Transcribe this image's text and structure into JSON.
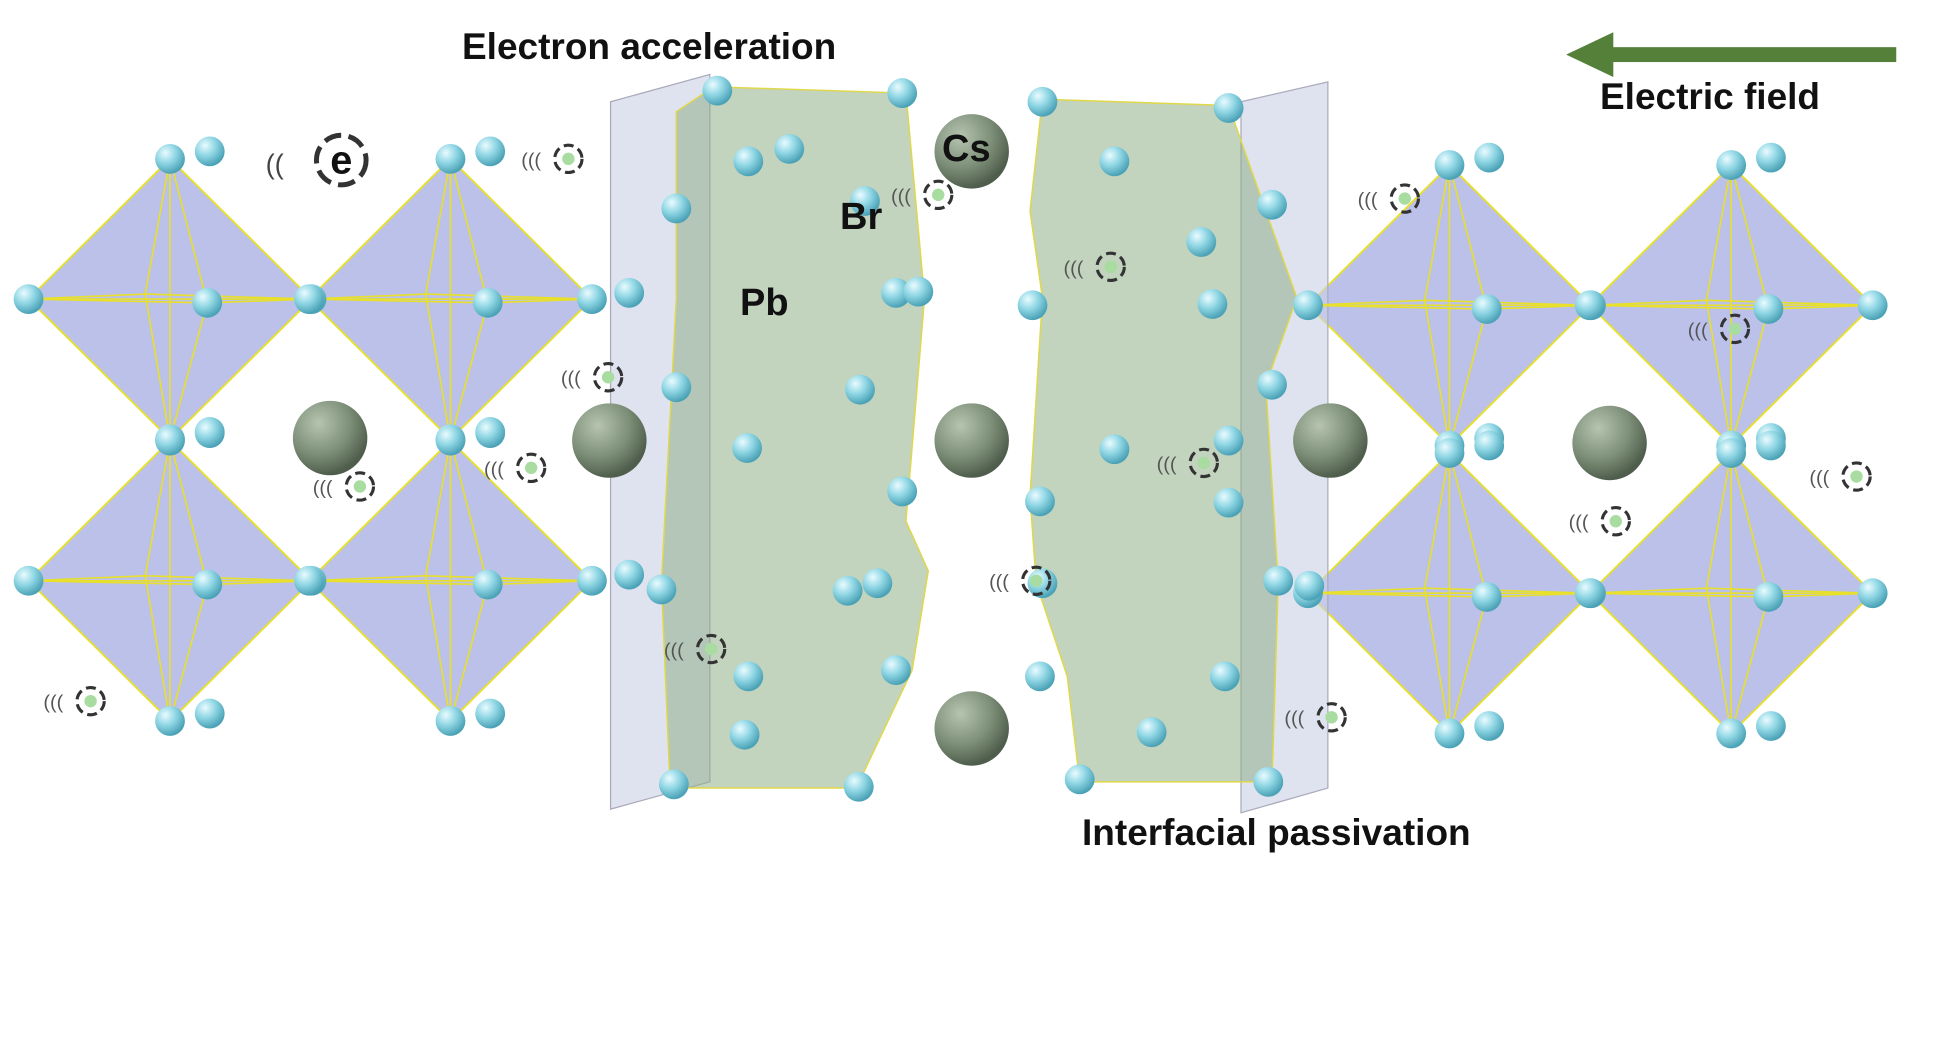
{
  "title_top": "Electron acceleration",
  "title_bottom": "Interfacial passivation",
  "field_label": "Electric field",
  "atoms": {
    "cs": "Cs",
    "br": "Br",
    "pb": "Pb"
  },
  "electron_label": "e",
  "colors": {
    "arrow": "#55803a",
    "octahedron": "#9ea6de",
    "atom": "#8fd6e4",
    "cs": "#7d8f78",
    "bond": "#e8e02a",
    "green_block": "#9cb796",
    "panel": "#c9d0e6"
  }
}
